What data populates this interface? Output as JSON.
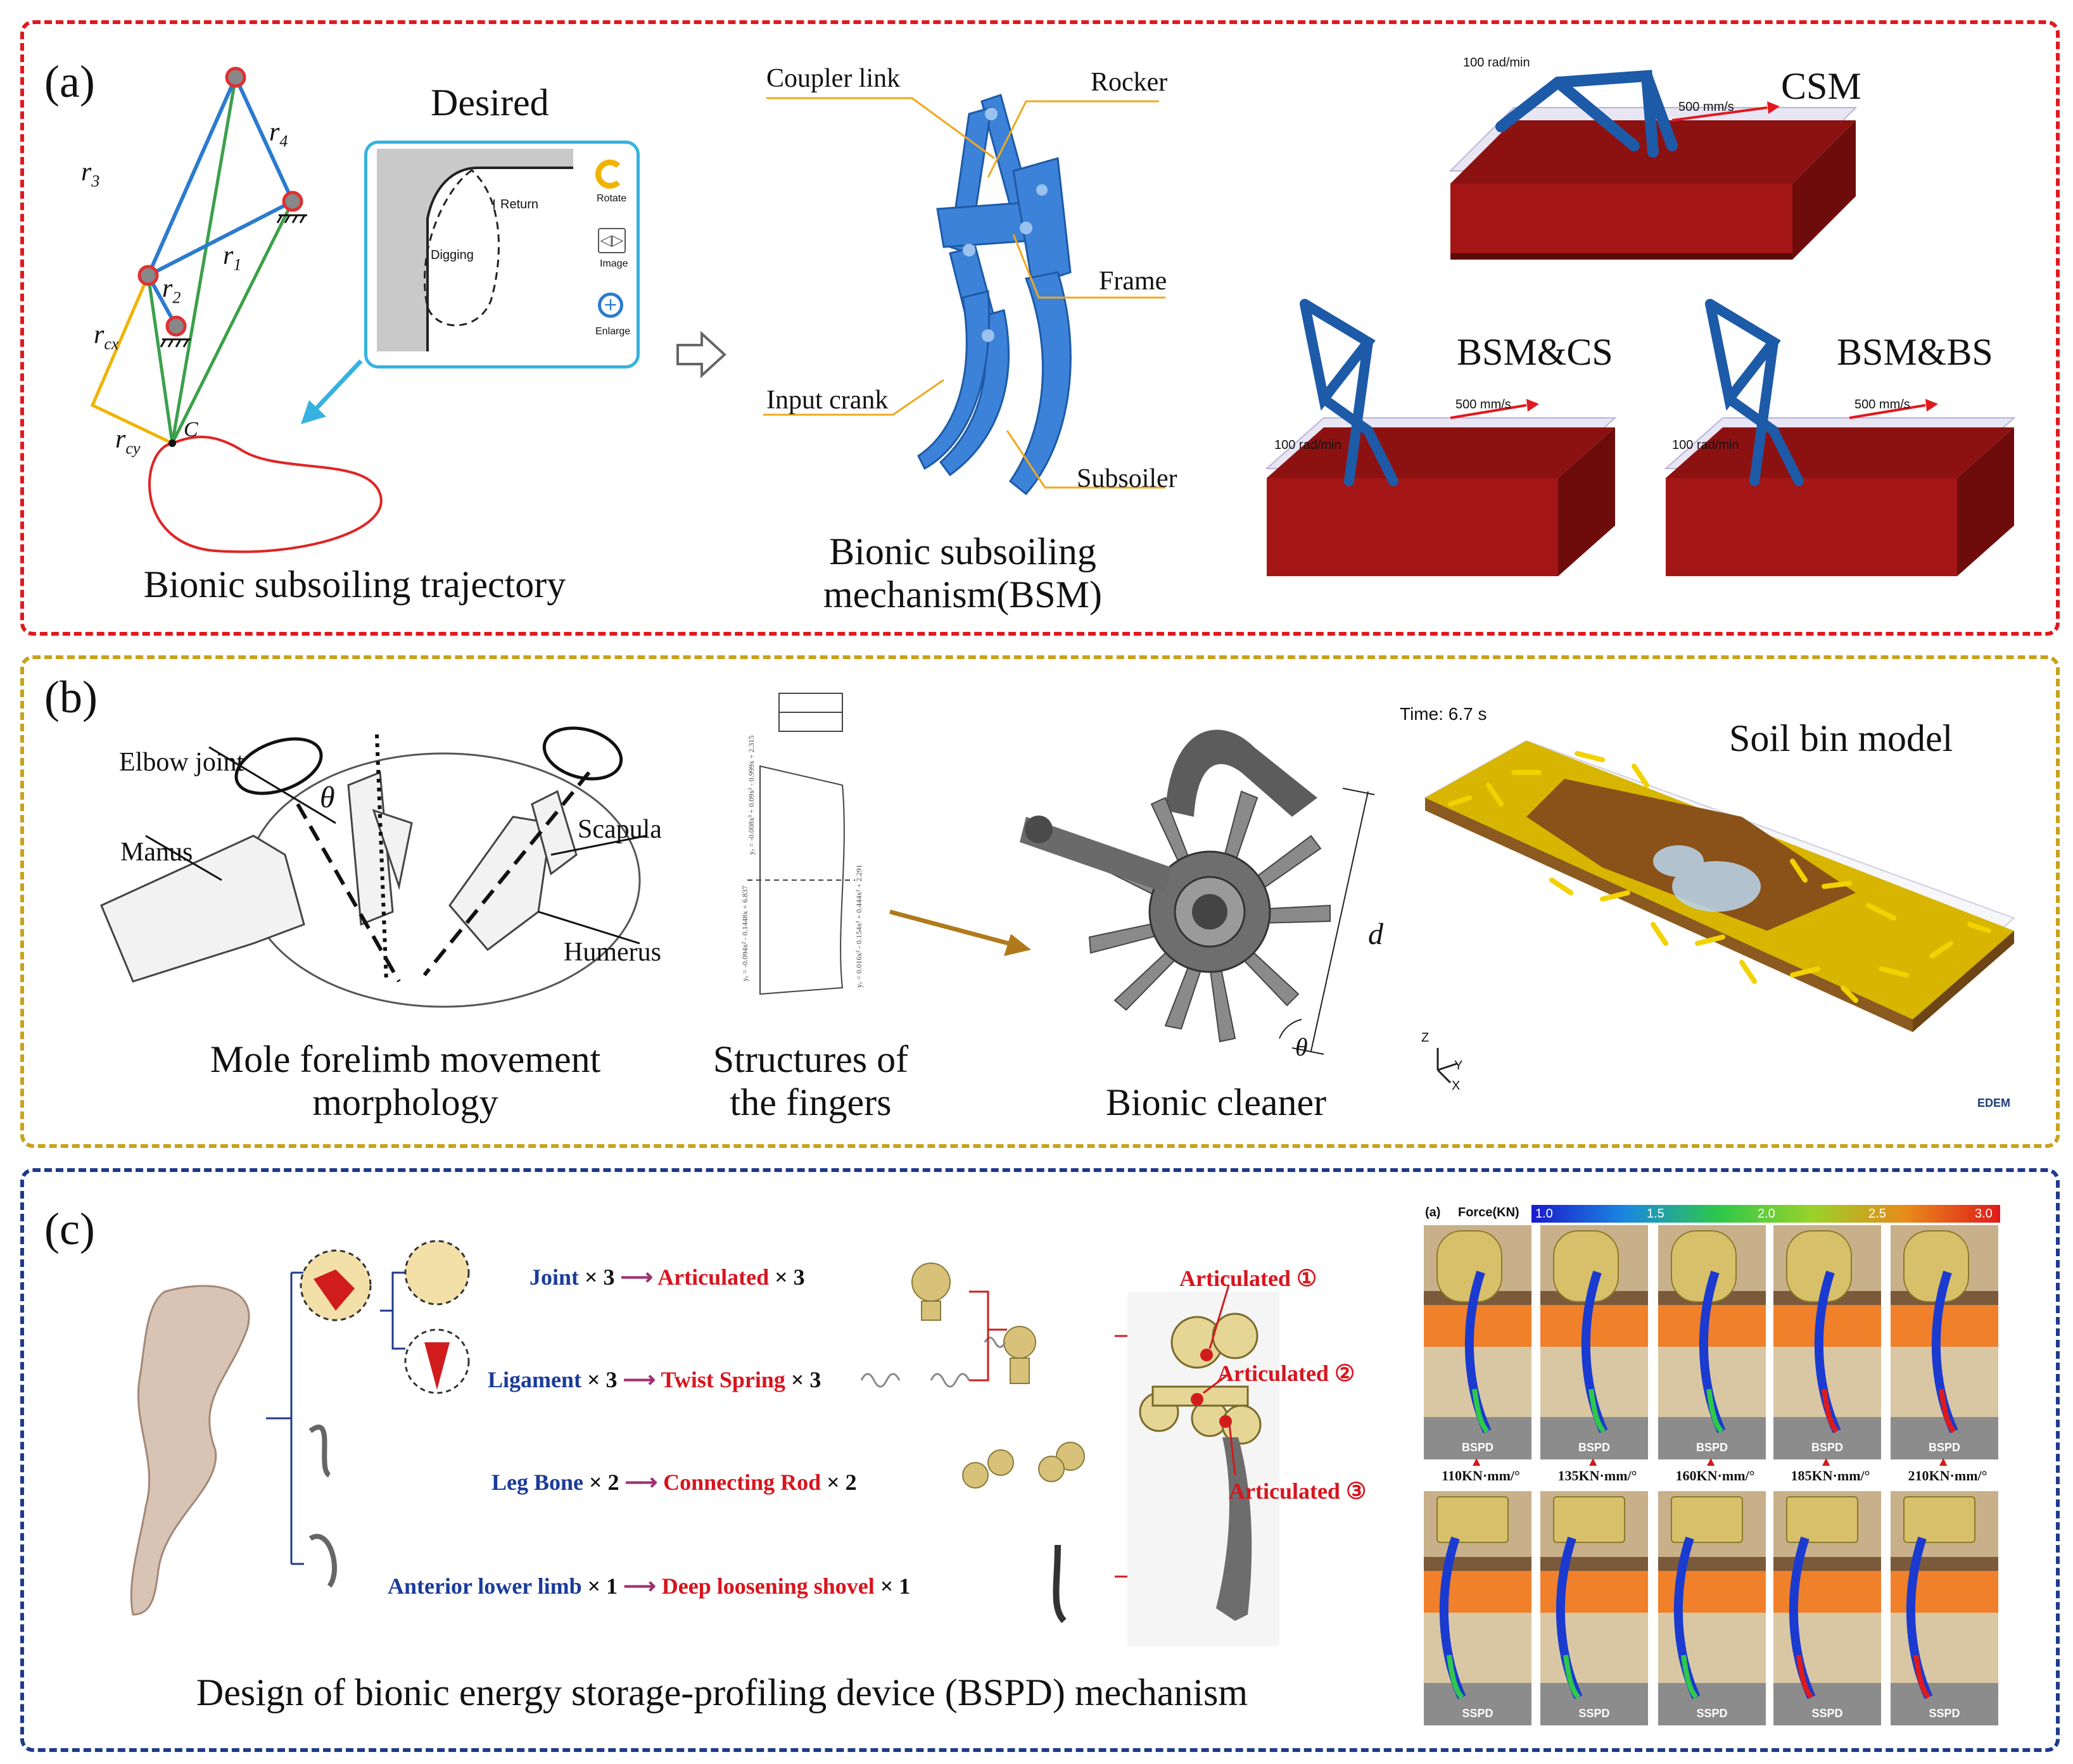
{
  "panel_a": {
    "label": "(a)",
    "desired_title": "Desired",
    "desired_return": "Return",
    "desired_digging": "Digging",
    "tool_rotate": "Rotate",
    "tool_image": "Image",
    "tool_enlarge": "Enlarge",
    "r1": "r",
    "r1_sub": "1",
    "r2": "r",
    "r2_sub": "2",
    "r3": "r",
    "r3_sub": "3",
    "r4": "r",
    "r4_sub": "4",
    "rcx": "r",
    "rcx_sub": "cx",
    "rcy": "r",
    "rcy_sub": "cy",
    "point_c": "C",
    "caption_trajectory": "Bionic subsoiling trajectory",
    "coupler_link": "Coupler link",
    "rocker": "Rocker",
    "frame": "Frame",
    "input_crank": "Input crank",
    "subsoiler": "Subsoiler",
    "caption_bsm_1": "Bionic subsoiling",
    "caption_bsm_2": "mechanism(BSM)",
    "csm": "CSM",
    "bsm_cs": "BSM&CS",
    "bsm_bs": "BSM&BS",
    "rad": "100 rad/min",
    "speed": "500 mm/s",
    "colors": {
      "border": "#e0191f"
    }
  },
  "panel_b": {
    "label": "(b)",
    "elbow_joint": "Elbow joint",
    "theta": "θ",
    "manus": "Manus",
    "scapula": "Scapula",
    "humerus": "Humerus",
    "caption_mole_1": "Mole forelimb movement",
    "caption_mole_2": "morphology",
    "caption_fingers_1": "Structures of",
    "caption_fingers_2": "the fingers",
    "caption_cleaner": "Bionic cleaner",
    "dim_d": "d",
    "time": "Time: 6.7 s",
    "soil_bin": "Soil bin model",
    "axis_z": "Z",
    "axis_y": "Y",
    "axis_x": "X",
    "edem": "EDEM",
    "colors": {
      "border": "#c8a21c"
    }
  },
  "panel_c": {
    "label": "(c)",
    "mappings": [
      {
        "src": "Joint",
        "src_mult": " × 3",
        "dst": "Articulated",
        "dst_mult": "  × 3"
      },
      {
        "src": "Ligament",
        "src_mult": " × 3",
        "dst": "Twist Spring",
        "dst_mult": " × 3"
      },
      {
        "src": "Leg Bone",
        "src_mult": " × 2",
        "dst": "Connecting Rod",
        "dst_mult": " × 2"
      },
      {
        "src": "Anterior lower limb",
        "src_mult": " × 1",
        "dst": "Deep loosening shovel",
        "dst_mult": " × 1"
      }
    ],
    "articulated_1": "Articulated ①",
    "articulated_2": "Articulated ②",
    "articulated_3": "Articulated ③",
    "caption": "Design of  bionic energy storage-profiling device (BSPD) mechanism",
    "sim_tag": "(a)",
    "force_label": "Force(KN)",
    "force_ticks": [
      "1.0",
      "1.5",
      "2.0",
      "2.5",
      "3.0"
    ],
    "top_labels": [
      "BSPD",
      "BSPD",
      "BSPD",
      "BSPD",
      "BSPD"
    ],
    "stiffness": [
      "110KN·mm/°",
      "135KN·mm/°",
      "160KN·mm/°",
      "185KN·mm/°",
      "210KN·mm/°"
    ],
    "bottom_labels": [
      "SSPD",
      "SSPD",
      "SSPD",
      "SSPD",
      "SSPD"
    ],
    "colors": {
      "border": "#1f3a8a"
    }
  }
}
